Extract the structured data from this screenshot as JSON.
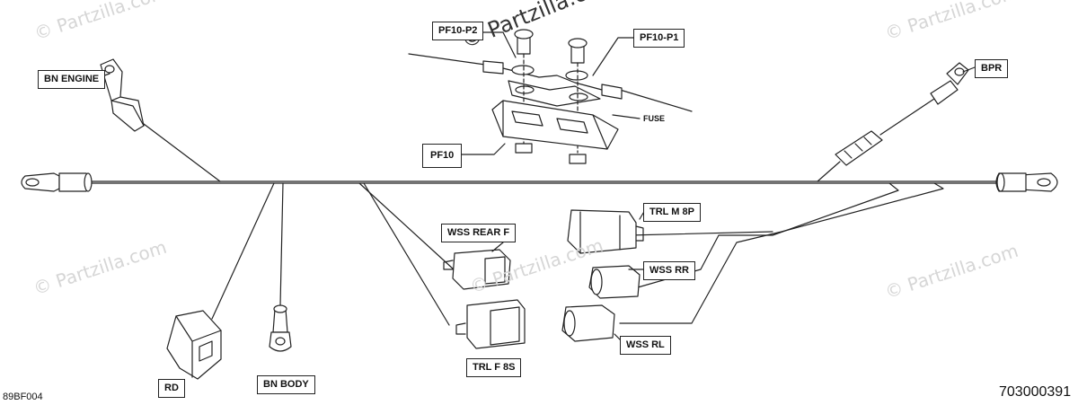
{
  "watermarks": {
    "tl": "© Partzilla.com",
    "tr": "© Partzilla.com",
    "center": "© Partzilla.com",
    "ml": "© Partzilla.com",
    "mc": "© Partzilla.com",
    "mr": "© Partzilla.com"
  },
  "callouts": {
    "bn_engine": "BN ENGINE",
    "pf10_p2": "PF10-P2",
    "pf10_p1": "PF10-P1",
    "bpr": "BPR",
    "pf10": "PF10",
    "fuse": "FUSE",
    "trl_m_8p": "TRL M 8P",
    "wss_rear_f": "WSS REAR F",
    "wss_rr": "WSS RR",
    "wss_rl": "WSS RL",
    "trl_f_8s": "TRL F 8S",
    "rd": "RD",
    "bn_body": "BN BODY"
  },
  "codes": {
    "left": "89BF004",
    "right": "703000391"
  },
  "colors": {
    "line": "#222222",
    "watermark": "#d6d6d6"
  }
}
